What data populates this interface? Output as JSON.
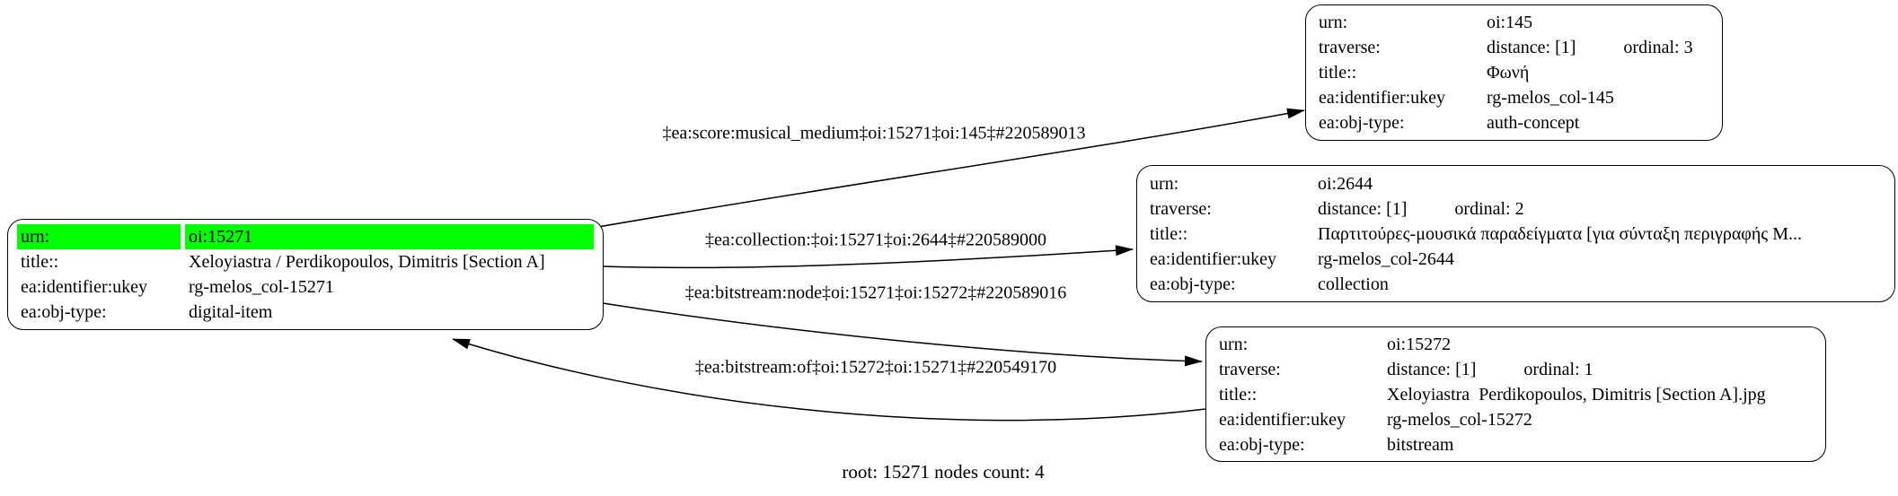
{
  "caption": "root: 15271 nodes count: 4",
  "colors": {
    "highlight": "#00ff00",
    "edge": "#000000",
    "node_border": "#000000",
    "background": "#ffffff"
  },
  "nodes": [
    {
      "id": "oi:15271",
      "rows": [
        {
          "label": "urn:",
          "value": "oi:15271",
          "highlight": true
        },
        {
          "label": "title::",
          "value": "Xeloyiastra / Perdikopoulos, Dimitris [Section A]"
        },
        {
          "label": "ea:identifier:ukey",
          "value": "rg-melos_col-15271"
        },
        {
          "label": "ea:obj-type:",
          "value": "digital-item"
        }
      ]
    },
    {
      "id": "oi:145",
      "rows": [
        {
          "label": "urn:",
          "value": "oi:145"
        },
        {
          "label": "traverse:",
          "value": "distance: [1]",
          "value2": "ordinal: 3"
        },
        {
          "label": "title::",
          "value": "Φωνή"
        },
        {
          "label": "ea:identifier:ukey",
          "value": "rg-melos_col-145"
        },
        {
          "label": "ea:obj-type:",
          "value": "auth-concept"
        }
      ]
    },
    {
      "id": "oi:2644",
      "rows": [
        {
          "label": "urn:",
          "value": "oi:2644"
        },
        {
          "label": "traverse:",
          "value": "distance: [1]",
          "value2": "ordinal: 2"
        },
        {
          "label": "title::",
          "value": "Παρτιτούρες-μουσικά παραδείγματα [για σύνταξη περιγραφής Μ..."
        },
        {
          "label": "ea:identifier:ukey",
          "value": "rg-melos_col-2644"
        },
        {
          "label": "ea:obj-type:",
          "value": "collection"
        }
      ]
    },
    {
      "id": "oi:15272",
      "rows": [
        {
          "label": "urn:",
          "value": "oi:15272"
        },
        {
          "label": "traverse:",
          "value": "distance: [1]",
          "value2": "ordinal: 1"
        },
        {
          "label": "title::",
          "value": "Xeloyiastra  Perdikopoulos, Dimitris [Section A].jpg"
        },
        {
          "label": "ea:identifier:ukey",
          "value": "rg-melos_col-15272"
        },
        {
          "label": "ea:obj-type:",
          "value": "bitstream"
        }
      ]
    }
  ],
  "edges": [
    {
      "label": "‡ea:score:musical_medium‡oi:15271‡oi:145‡#220589013",
      "from": "oi:15271",
      "to": "oi:145"
    },
    {
      "label": "‡ea:collection:‡oi:15271‡oi:2644‡#220589000",
      "from": "oi:15271",
      "to": "oi:2644"
    },
    {
      "label": "‡ea:bitstream:node‡oi:15271‡oi:15272‡#220589016",
      "from": "oi:15271",
      "to": "oi:15272"
    },
    {
      "label": "‡ea:bitstream:of‡oi:15272‡oi:15271‡#220549170",
      "from": "oi:15272",
      "to": "oi:15271"
    }
  ]
}
